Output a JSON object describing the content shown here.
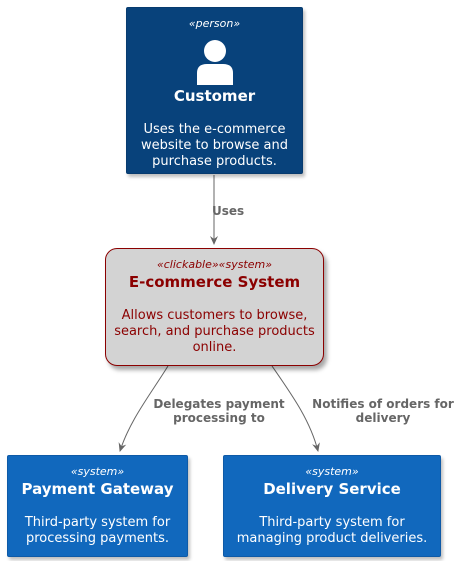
{
  "customer": {
    "stereotype": "«person»",
    "title": "Customer",
    "description": "Uses the e-commerce website to browse and purchase products."
  },
  "ecommerce": {
    "stereotype": "«clickable»«system»",
    "title": "E-commerce System",
    "description": "Allows customers to browse, search, and purchase products online."
  },
  "payment": {
    "stereotype": "«system»",
    "title": "Payment Gateway",
    "description": "Third-party system for processing payments."
  },
  "delivery": {
    "stereotype": "«system»",
    "title": "Delivery Service",
    "description": "Third-party system for managing product deliveries."
  },
  "edges": {
    "uses": "Uses",
    "delegates": "Delegates payment processing to",
    "notifies": "Notifies of orders for delivery"
  },
  "colors": {
    "person": "#08427B",
    "system": "#1168BD",
    "clickable_bg": "#D3D3D3",
    "clickable_text": "#8B0000",
    "edge": "#666666"
  }
}
